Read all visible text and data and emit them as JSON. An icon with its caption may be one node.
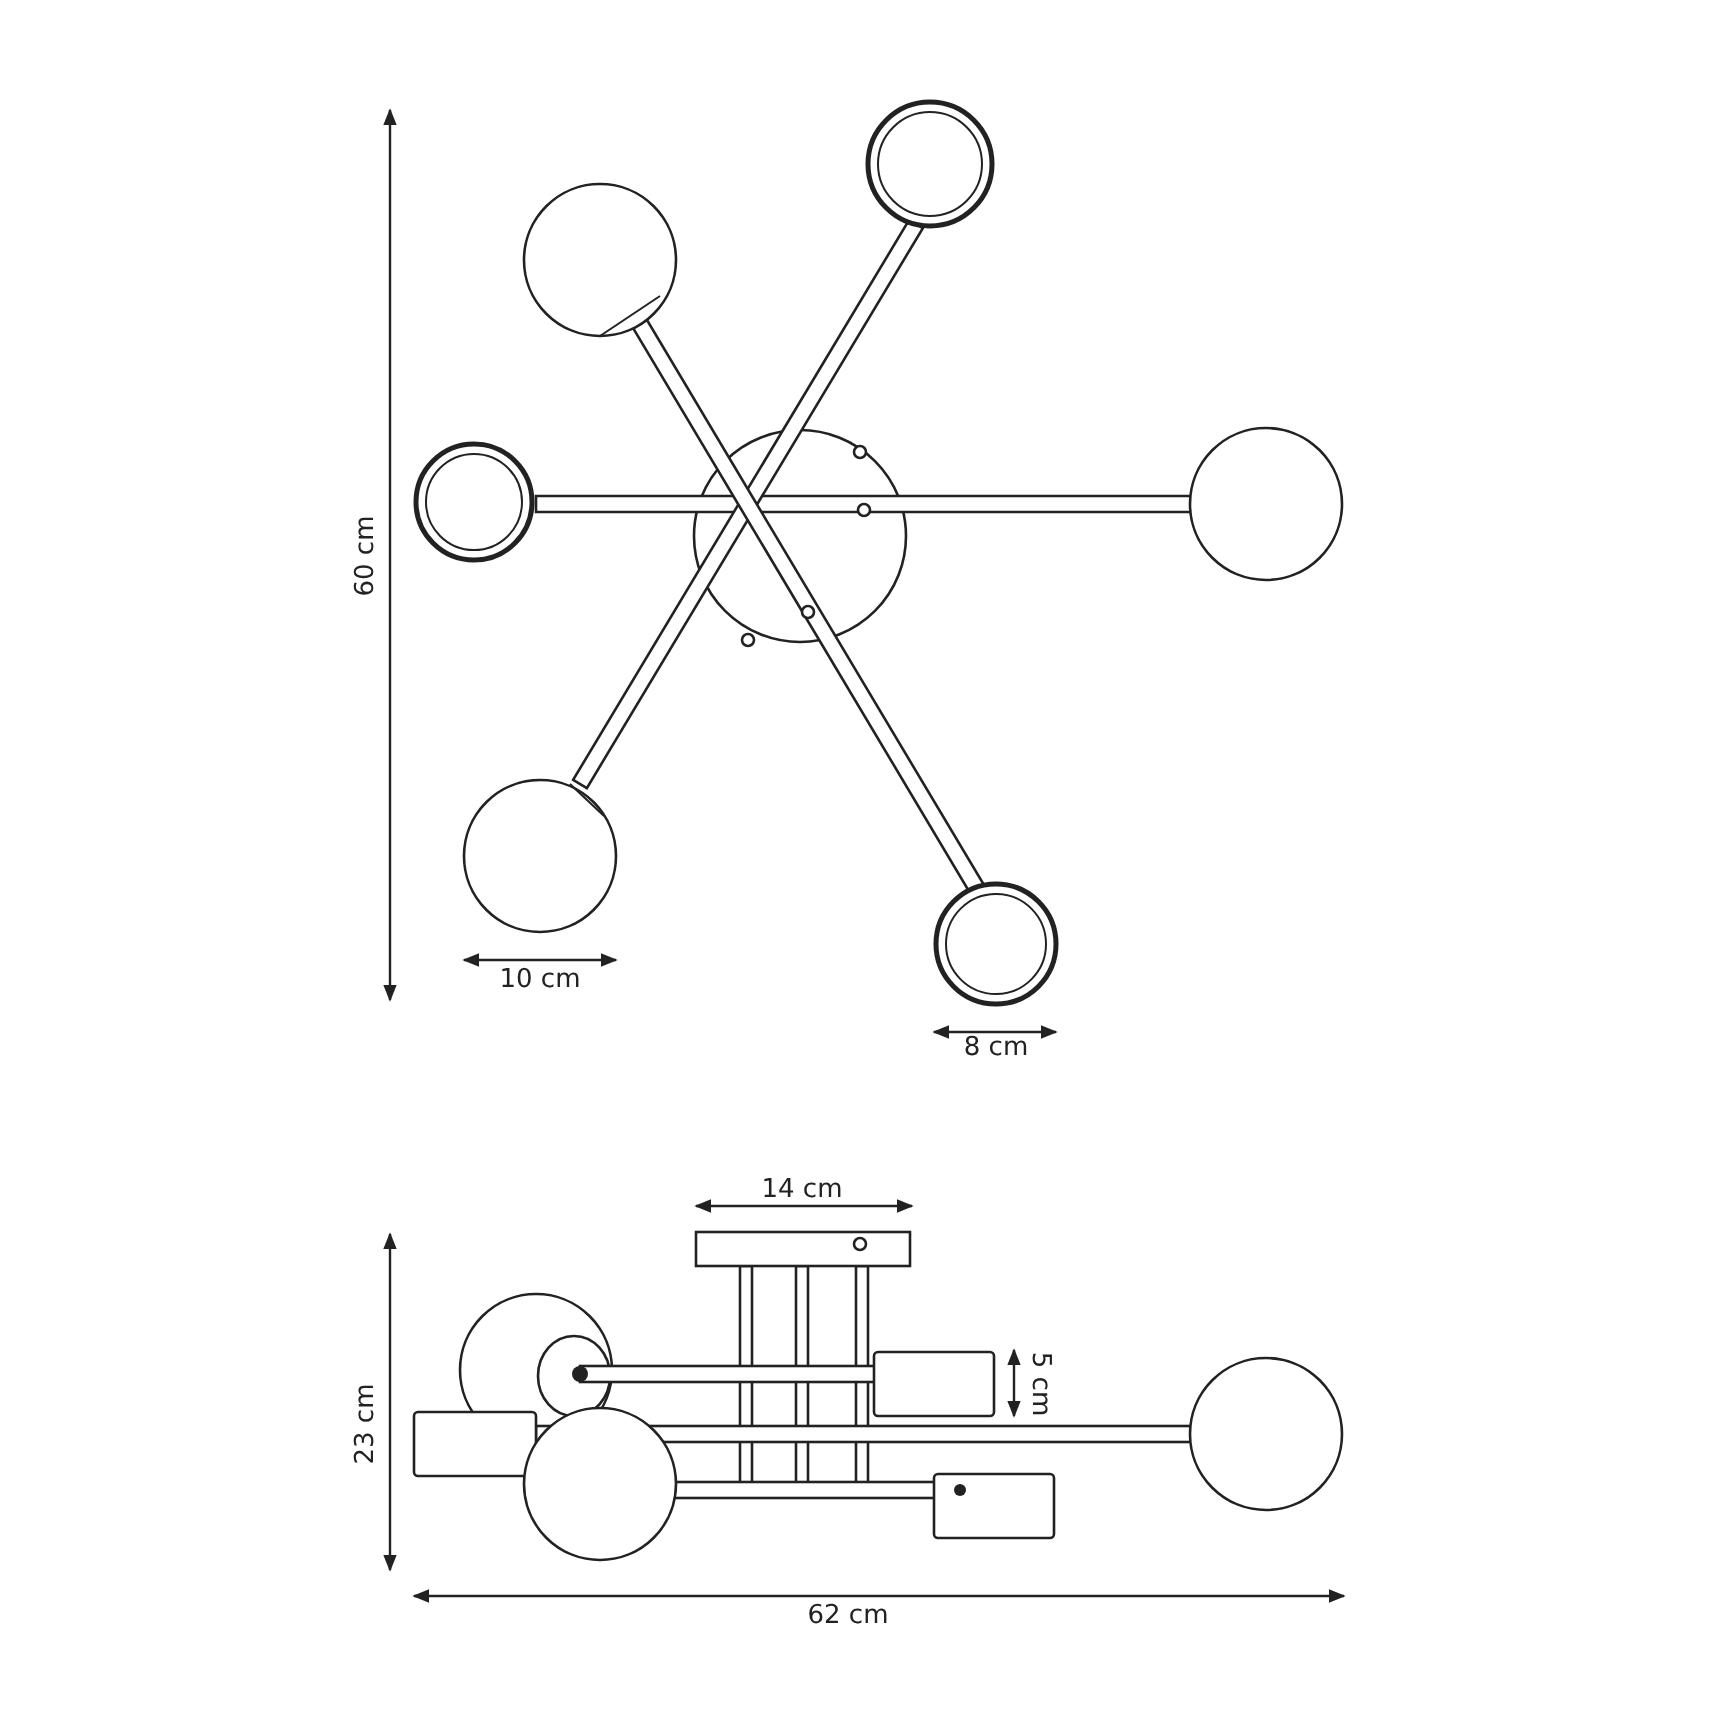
{
  "diagram": {
    "labels": [
      "60 cm",
      "10 cm",
      "8 cm",
      "14 cm",
      "5 cm",
      "23 cm",
      "62 cm"
    ]
  }
}
